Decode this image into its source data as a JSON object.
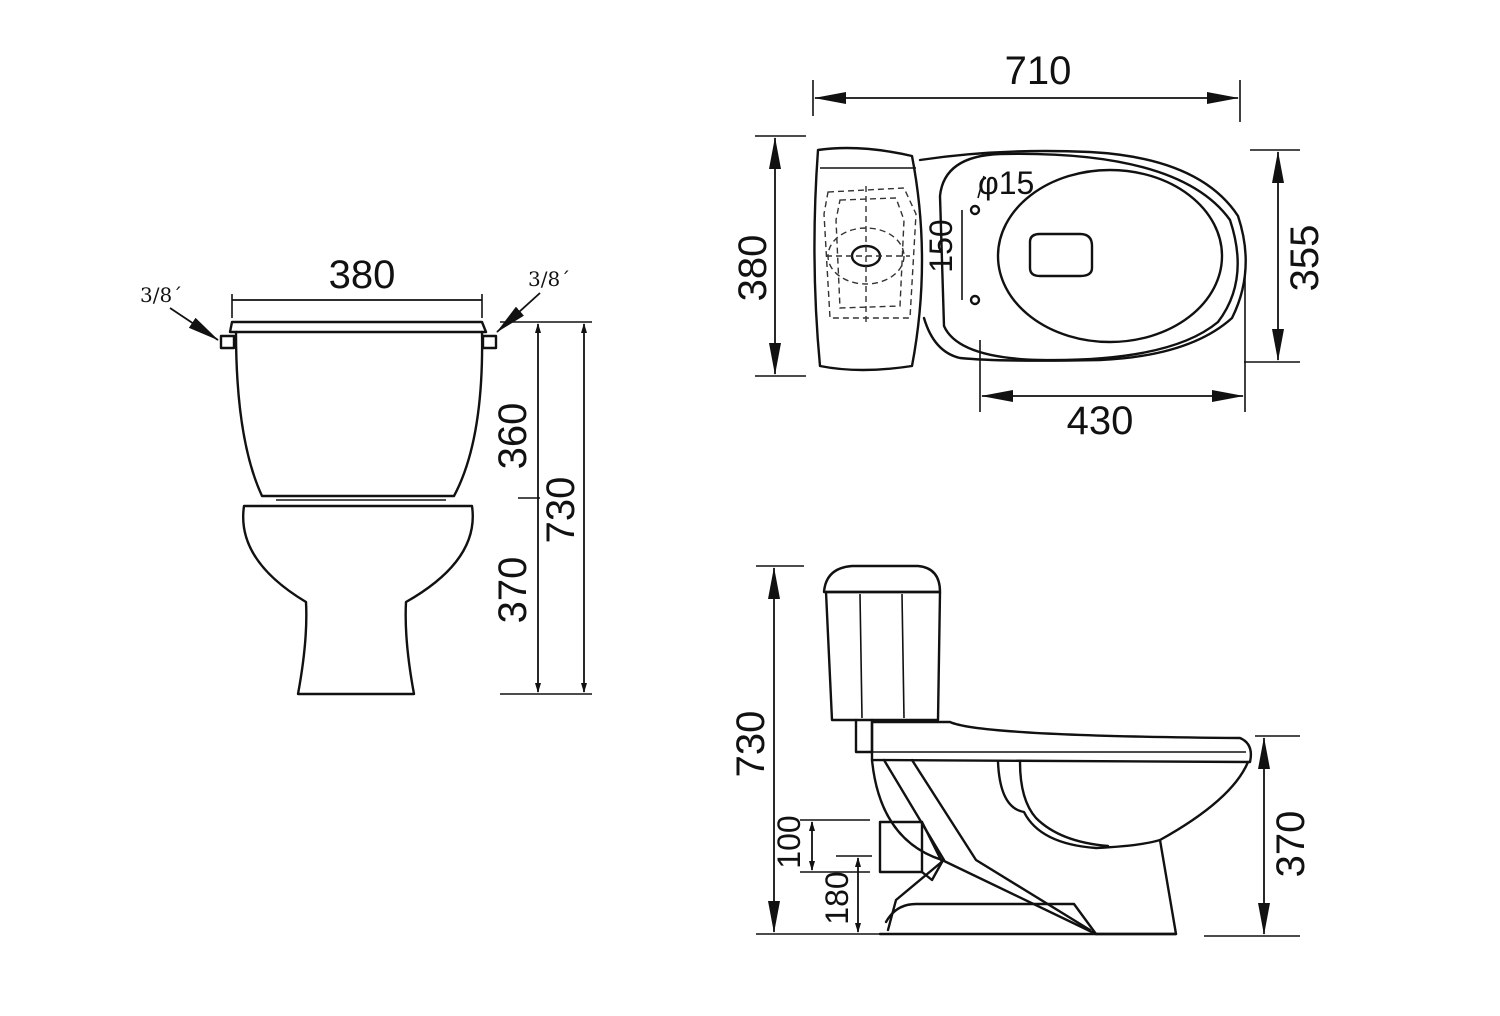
{
  "front_view": {
    "tank_width": "380",
    "tank_height": "360",
    "bowl_height": "370",
    "total_height": "730",
    "inlet_left": "3/8´",
    "inlet_right": "3/8´"
  },
  "top_view": {
    "overall_length": "710",
    "tank_depth": "380",
    "bowl_width": "355",
    "bowl_length": "430",
    "bolt_spacing": "150",
    "bolt_hole": "φ15"
  },
  "side_view": {
    "total_height": "730",
    "seat_height": "370",
    "outlet_height": "100",
    "outlet_floor": "180"
  }
}
